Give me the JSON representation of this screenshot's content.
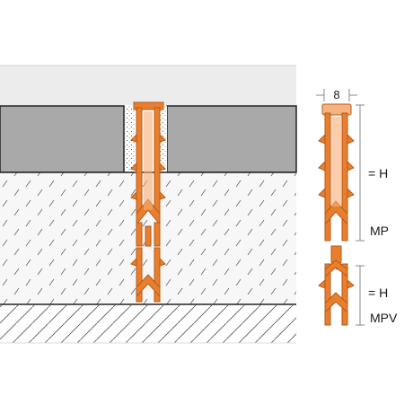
{
  "dimension": {
    "width_label": "8"
  },
  "profiles": [
    {
      "height_label": "= H",
      "name": "MP"
    },
    {
      "height_label": "= H",
      "name": "MPV"
    }
  ],
  "colors": {
    "profile_fill": "#e87f2f",
    "profile_stroke": "#b85a16",
    "profile_inner": "#f6ae74",
    "tile": "#a9a9a9",
    "screed": "#f7f7f7",
    "top_band": "#ececec",
    "dimension_line": "#888888"
  }
}
